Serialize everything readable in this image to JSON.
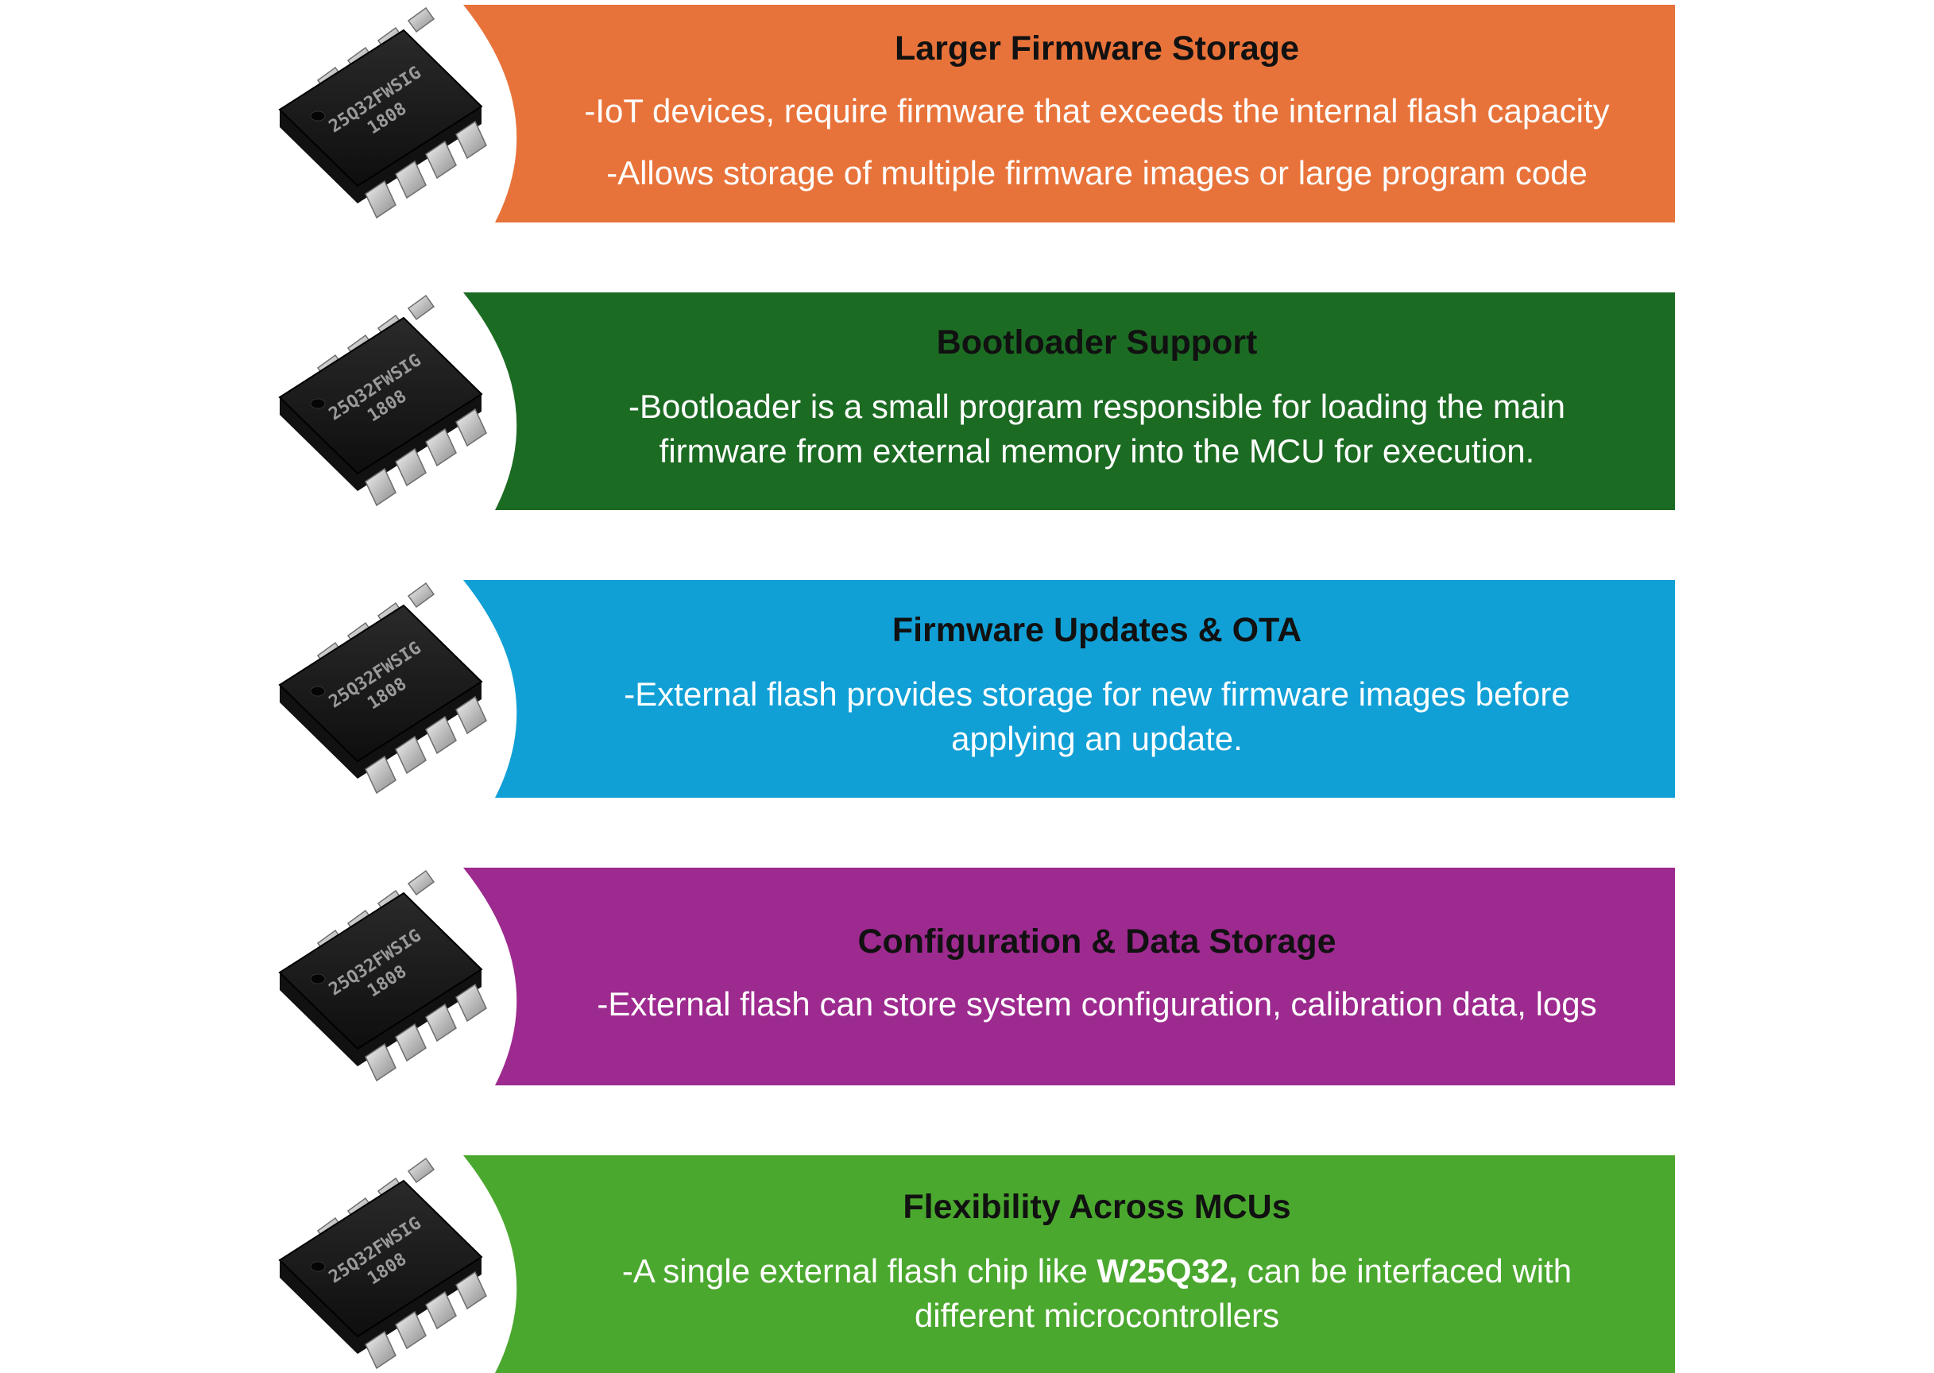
{
  "colors": {
    "orange": "#E8733A",
    "dark_green": "#1C6B23",
    "blue": "#11A0D6",
    "purple": "#9D2A8F",
    "green": "#4BA82F",
    "title_text": "#111111",
    "body_text": "#FFFFFF"
  },
  "chip": {
    "marking_line1": "25Q32FWSIG",
    "marking_line2": "1808",
    "icon": "soic8-flash-chip-icon"
  },
  "items": [
    {
      "title": "Larger Firmware Storage",
      "lines": [
        "-IoT devices, require firmware that exceeds the internal flash capacity",
        "-Allows storage of multiple firmware images or large program code"
      ]
    },
    {
      "title": "Bootloader Support",
      "lines": [
        "-Bootloader is a small program responsible for loading the main",
        "firmware from external memory into the MCU for execution."
      ]
    },
    {
      "title": "Firmware Updates & OTA",
      "lines": [
        "-External flash provides storage for new firmware images before",
        "applying an update."
      ]
    },
    {
      "title": "Configuration & Data Storage",
      "lines": [
        "-External flash can store system configuration, calibration data, logs"
      ]
    },
    {
      "title": "Flexibility Across MCUs",
      "line1_prefix": "-A single external flash chip like ",
      "line1_bold": "W25Q32,",
      "line1_suffix": " can be interfaced with",
      "line2": "different microcontrollers"
    }
  ]
}
